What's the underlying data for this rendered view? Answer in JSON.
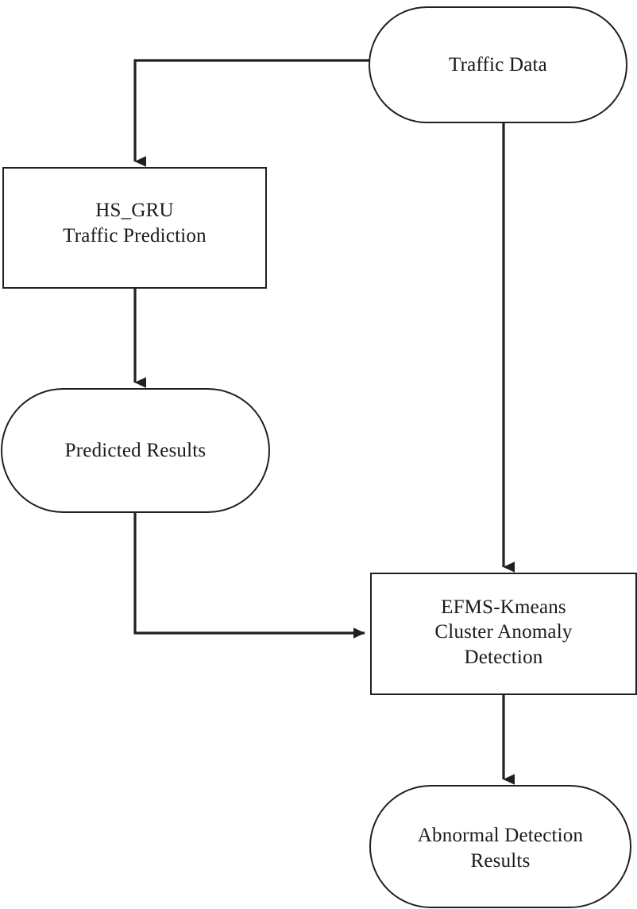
{
  "diagram": {
    "title": "Traffic prediction and anomaly detection flowchart",
    "type": "flowchart",
    "background_color": "#ffffff",
    "stroke_color": "#231f20",
    "text_color": "#1a1a1a",
    "nodes": [
      {
        "id": "traffic-data",
        "label": "Traffic Data",
        "shape": "stadium"
      },
      {
        "id": "hs-gru",
        "label": "HS_GRU\nTraffic Prediction",
        "shape": "rectangle"
      },
      {
        "id": "predicted-results",
        "label": "Predicted Results",
        "shape": "stadium"
      },
      {
        "id": "efms-kmeans",
        "label": "EFMS-Kmeans\nCluster Anomaly\nDetection",
        "shape": "rectangle"
      },
      {
        "id": "abnormal-results",
        "label": "Abnormal Detection\nResults",
        "shape": "stadium"
      }
    ],
    "edges": [
      {
        "id": "edge-traffic-data-to-hs-gru",
        "from": "traffic-data",
        "to": "hs-gru",
        "routing": "elbow-left-down"
      },
      {
        "id": "edge-traffic-data-to-efms-kmeans",
        "from": "traffic-data",
        "to": "efms-kmeans",
        "routing": "straight-down"
      },
      {
        "id": "edge-hs-gru-to-predicted-results",
        "from": "hs-gru",
        "to": "predicted-results",
        "routing": "straight-down"
      },
      {
        "id": "edge-predicted-results-to-efms-kmeans",
        "from": "predicted-results",
        "to": "efms-kmeans",
        "routing": "elbow-down-right"
      },
      {
        "id": "edge-efms-kmeans-to-abnormal-results",
        "from": "efms-kmeans",
        "to": "abnormal-results",
        "routing": "straight-down"
      }
    ]
  }
}
